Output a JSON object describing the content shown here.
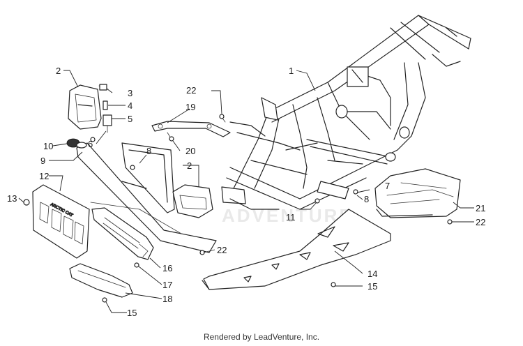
{
  "callouts": [
    {
      "id": "c1",
      "text": "1"
    },
    {
      "id": "c2a",
      "text": "2"
    },
    {
      "id": "c2b",
      "text": "2"
    },
    {
      "id": "c3",
      "text": "3"
    },
    {
      "id": "c4",
      "text": "4"
    },
    {
      "id": "c5",
      "text": "5"
    },
    {
      "id": "c6",
      "text": "6"
    },
    {
      "id": "c7",
      "text": "7"
    },
    {
      "id": "c8a",
      "text": "8"
    },
    {
      "id": "c8b",
      "text": "8"
    },
    {
      "id": "c9",
      "text": "9"
    },
    {
      "id": "c10",
      "text": "10"
    },
    {
      "id": "c11",
      "text": "11"
    },
    {
      "id": "c12",
      "text": "12"
    },
    {
      "id": "c13",
      "text": "13"
    },
    {
      "id": "c14",
      "text": "14"
    },
    {
      "id": "c15a",
      "text": "15"
    },
    {
      "id": "c15b",
      "text": "15"
    },
    {
      "id": "c16",
      "text": "16"
    },
    {
      "id": "c17",
      "text": "17"
    },
    {
      "id": "c18",
      "text": "18"
    },
    {
      "id": "c19",
      "text": "19"
    },
    {
      "id": "c20",
      "text": "20"
    },
    {
      "id": "c21",
      "text": "21"
    },
    {
      "id": "c22a",
      "text": "22"
    },
    {
      "id": "c22b",
      "text": "22"
    },
    {
      "id": "c22c",
      "text": "22"
    }
  ],
  "watermark": "ADVENTURE",
  "credit": "Rendered by LeadVenture, Inc."
}
